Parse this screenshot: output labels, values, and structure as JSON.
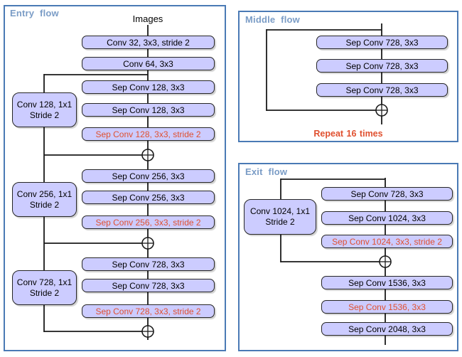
{
  "colors": {
    "background": "#ffffff",
    "panel_border": "#4a7ab5",
    "panel_title": "#7a9cc6",
    "box_fill": "#ccccff",
    "box_border": "#262626",
    "box_text": "#000000",
    "accent_red": "#e0502f",
    "line": "#1a1a1a"
  },
  "entry": {
    "title": "Entry flow",
    "input_label": "Images",
    "boxes": [
      {
        "label": "Conv 32, 3x3, stride 2",
        "red": false
      },
      {
        "label": "Conv 64, 3x3",
        "red": false
      },
      {
        "label": "Sep Conv 128, 3x3",
        "red": false
      },
      {
        "label": "Sep Conv 128, 3x3",
        "red": false
      },
      {
        "label": "Sep Conv 128, 3x3, stride 2",
        "red": true
      },
      {
        "label": "Sep Conv 256, 3x3",
        "red": false
      },
      {
        "label": "Sep Conv 256, 3x3",
        "red": false
      },
      {
        "label": "Sep Conv 256, 3x3, stride 2",
        "red": true
      },
      {
        "label": "Sep Conv 728, 3x3",
        "red": false
      },
      {
        "label": "Sep Conv 728, 3x3",
        "red": false
      },
      {
        "label": "Sep Conv 728, 3x3, stride 2",
        "red": true
      }
    ],
    "side_boxes": [
      {
        "line1": "Conv 128, 1x1",
        "line2": "Stride 2"
      },
      {
        "line1": "Conv 256, 1x1",
        "line2": "Stride 2"
      },
      {
        "line1": "Conv 728, 1x1",
        "line2": "Stride 2"
      }
    ]
  },
  "middle": {
    "title": "Middle flow",
    "boxes": [
      {
        "label": "Sep Conv 728, 3x3"
      },
      {
        "label": "Sep Conv 728, 3x3"
      },
      {
        "label": "Sep Conv 728, 3x3"
      }
    ],
    "repeat_label": "Repeat 16 times"
  },
  "exit": {
    "title": "Exit flow",
    "boxes": [
      {
        "label": "Sep Conv 728, 3x3",
        "red": false
      },
      {
        "label": "Sep Conv 1024, 3x3",
        "red": false
      },
      {
        "label": "Sep Conv 1024, 3x3, stride 2",
        "red": true
      },
      {
        "label": "Sep Conv 1536, 3x3",
        "red": false
      },
      {
        "label": "Sep Conv 1536, 3x3",
        "red": true
      },
      {
        "label": "Sep Conv 2048, 3x3",
        "red": false
      }
    ],
    "side_box": {
      "line1": "Conv 1024, 1x1",
      "line2": "Stride 2"
    }
  }
}
